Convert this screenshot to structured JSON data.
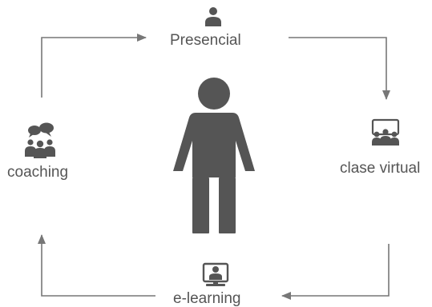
{
  "colors": {
    "ink": "#555555",
    "arrow": "#777777",
    "text": "#555555"
  },
  "cycle": {
    "center_icon": "person-figure",
    "nodes": [
      {
        "id": "top",
        "label": "Presencial",
        "icon": "person-icon"
      },
      {
        "id": "right",
        "label": "clase virtual",
        "icon": "virtual-class-icon"
      },
      {
        "id": "bottom",
        "label": "e-learning",
        "icon": "computer-user-icon"
      },
      {
        "id": "left",
        "label": "coaching",
        "icon": "coaching-group-icon"
      }
    ],
    "direction": "clockwise"
  }
}
